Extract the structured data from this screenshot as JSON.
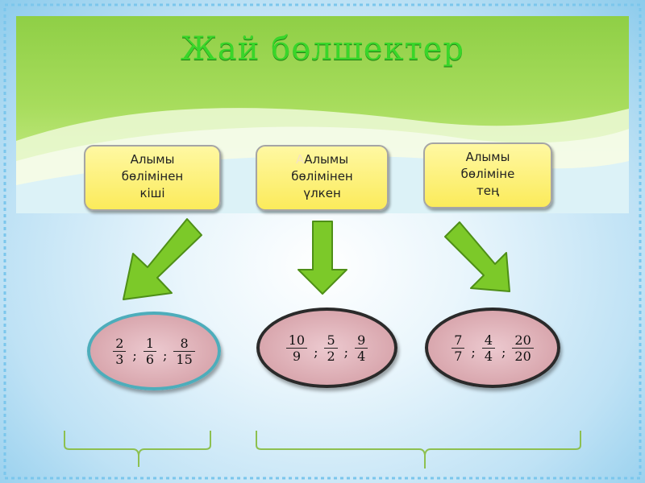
{
  "title": "Жай бөлшектер",
  "boxes": [
    {
      "lines": [
        "Алымы",
        "бөлімінен",
        "кіші"
      ]
    },
    {
      "ghost": "А",
      "lines": [
        "Алымы",
        "бөлімінен",
        "үлкен"
      ]
    },
    {
      "lines": [
        "Алымы",
        "бөліміне",
        "тең"
      ]
    }
  ],
  "groups": [
    {
      "fractions": [
        {
          "num": "2",
          "den": "3"
        },
        {
          "num": "1",
          "den": "6"
        },
        {
          "num": "8",
          "den": "15"
        }
      ]
    },
    {
      "fractions": [
        {
          "num": "10",
          "den": "9"
        },
        {
          "num": "5",
          "den": "2"
        },
        {
          "num": "9",
          "den": "4"
        }
      ]
    },
    {
      "fractions": [
        {
          "num": "7",
          "den": "7"
        },
        {
          "num": "4",
          "den": "4"
        },
        {
          "num": "20",
          "den": "20"
        }
      ]
    }
  ],
  "separator": ";",
  "colors": {
    "title": "#39d62a",
    "arrow": "#7cc929",
    "arrow_outline": "#4e8f17",
    "box": "#fcef74",
    "oval": "#d9a7ae",
    "oval1_border": "#4dadbb",
    "brace": "#8dc050"
  }
}
